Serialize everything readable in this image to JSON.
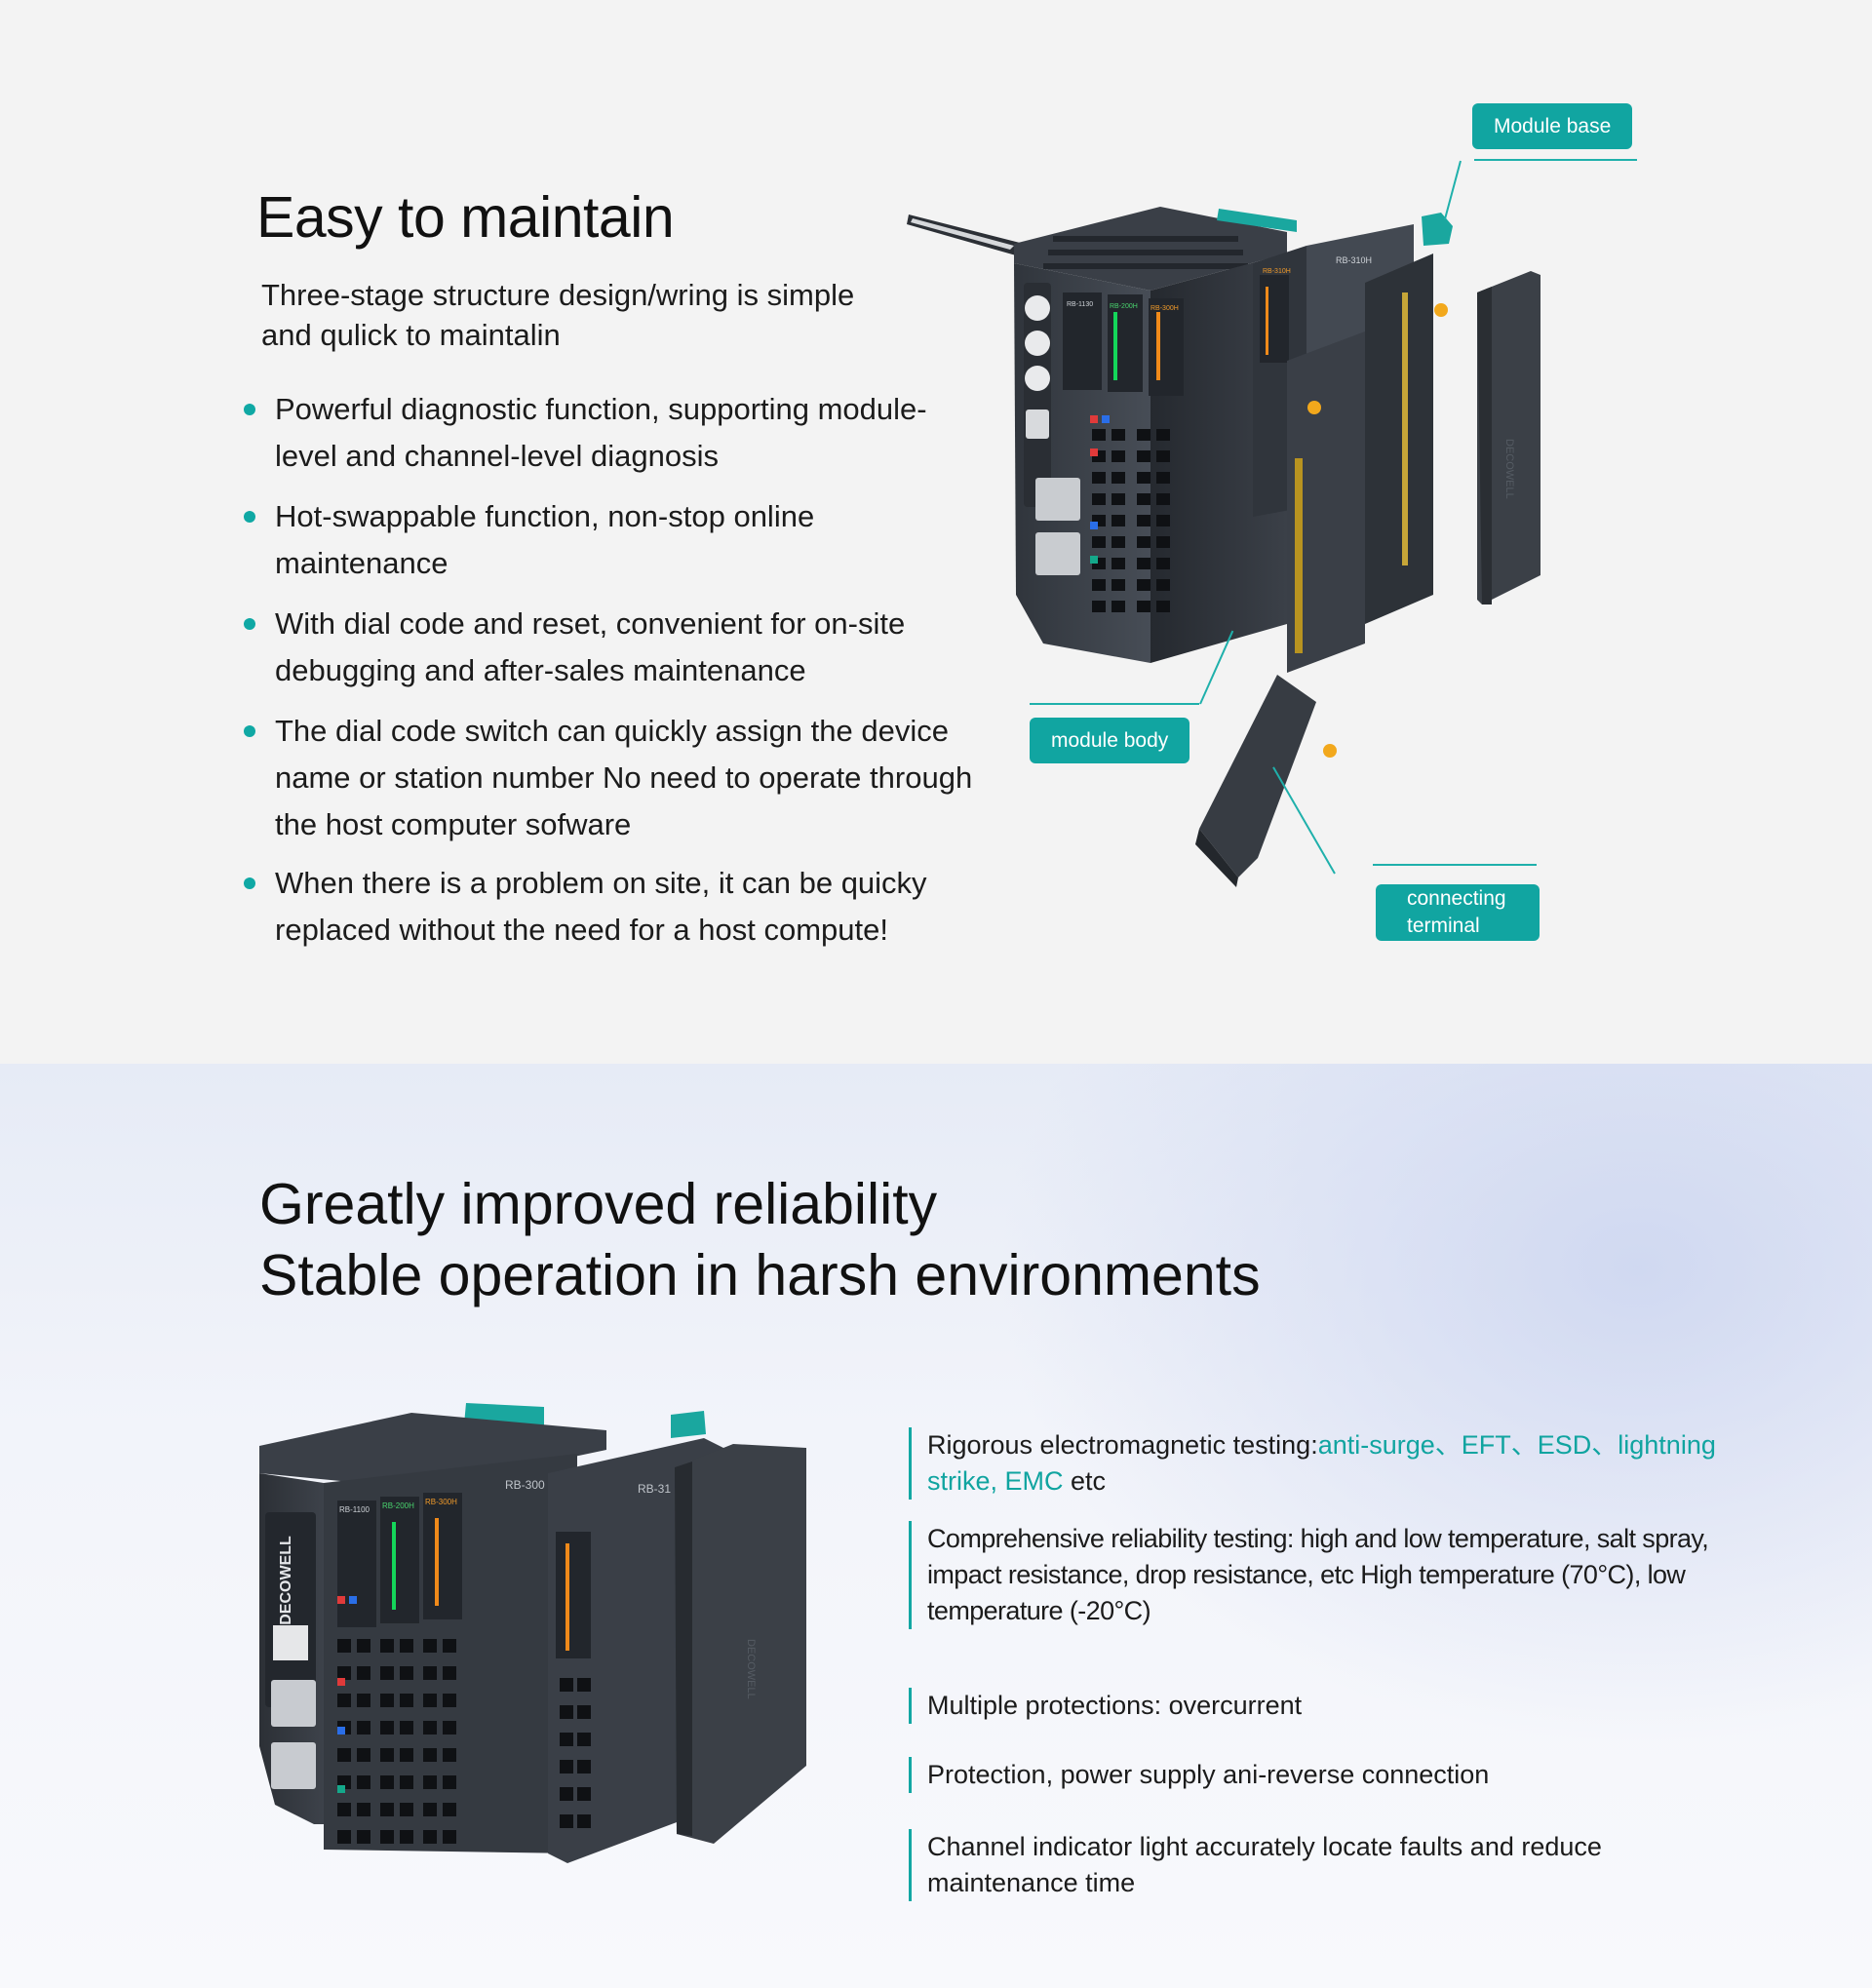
{
  "section1": {
    "title": "Easy to maintain",
    "intro": "Three-stage structure design/wring is simple and qulick to maintalin",
    "bullets": [
      "Powerful diagnostic function, supporting module-level and channel-level diagnosis",
      "Hot-swappable function, non-stop online maintenance",
      "With dial code and reset, convenient for on-site debugging and after-sales maintenance",
      "The dial code switch can quickly assign the device name or station number No need to operate through the host computer sofware",
      "When there is a problem on site, it can be quicky replaced without the need for a host compute!"
    ],
    "callouts": {
      "module_base": "Module base",
      "module_body": "module body",
      "connecting_terminal": "connecting terminal"
    },
    "device_labels": {
      "model_a": "RB-1130",
      "model_b": "RB-200H",
      "model_c": "RB-300H",
      "model_d": "RB-310H",
      "module_text": "RB-310H",
      "brand": "DECOWELL"
    }
  },
  "section2": {
    "title_line1": "Greatly improved reliability",
    "title_line2": "Stable operation in harsh environments",
    "specs": [
      {
        "prefix": "Rigorous electromagnetic testing:",
        "accent": "anti-surge、EFT、ESD、lightning strike, EMC",
        "suffix": " etc"
      },
      {
        "text": "Comprehensive reliability testing: high and low temperature, salt spray, impact resistance, drop resistance, etc High temperature (70°C), low temperature (-20°C)"
      },
      {
        "text": "Multiple protections: overcurrent"
      },
      {
        "text": "Protection, power supply ani-reverse connection"
      },
      {
        "text": "Channel indicator light accurately locate faults and reduce maintenance time"
      }
    ],
    "device_labels": {
      "brand": "DECOWELL",
      "model_a": "RB-1100",
      "model_b": "RB-200H",
      "model_c": "RB-300H",
      "model_d": "RB-300",
      "model_e": "RB-31"
    }
  },
  "colors": {
    "accent_teal": "#11a5a1",
    "highlight_gradient_start": "#15b5b0",
    "highlight_gradient_end": "#3aa4e6",
    "device_body": "#3a3f47"
  }
}
